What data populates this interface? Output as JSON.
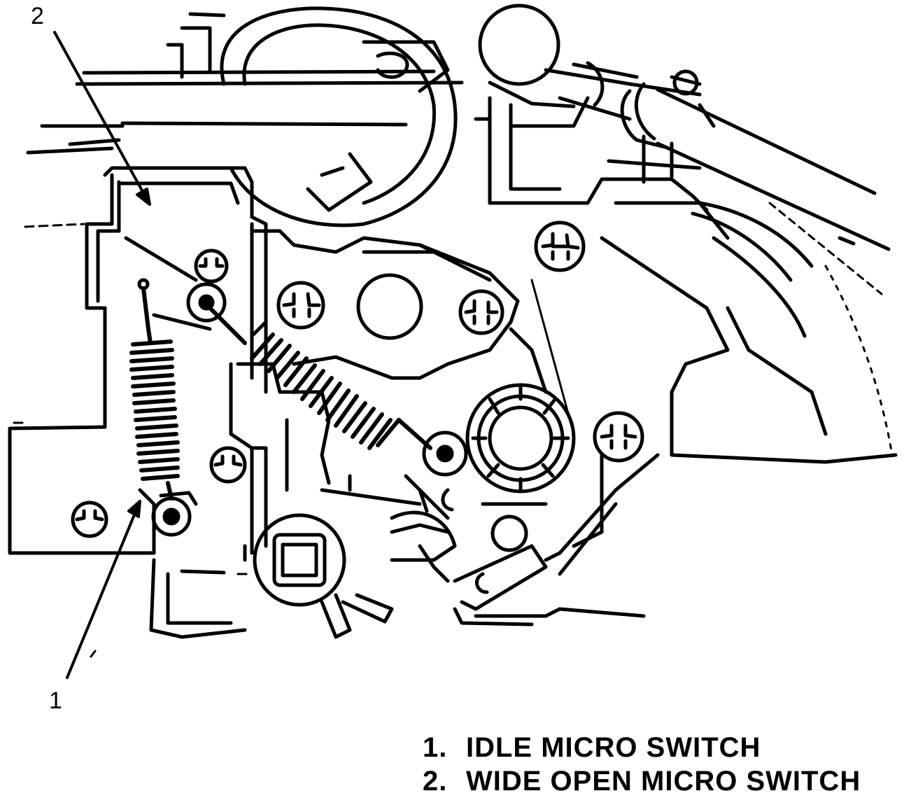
{
  "callouts": {
    "two": "2",
    "one": "1"
  },
  "legend": [
    {
      "number": "1.",
      "label": "IDLE MICRO SWITCH"
    },
    {
      "number": "2.",
      "label": "WIDE OPEN MICRO SWITCH"
    }
  ],
  "colors": {
    "ink": "#000000",
    "paper": "#ffffff"
  }
}
